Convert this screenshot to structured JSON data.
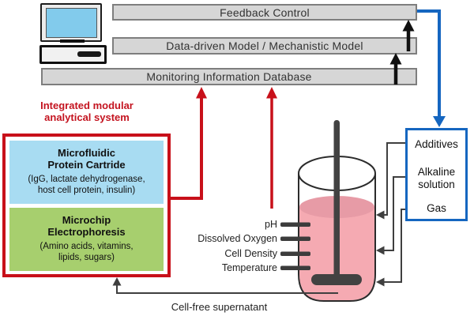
{
  "pipeline": {
    "feedback_control": "Feedback Control",
    "model_layer": "Data-driven Model / Mechanistic Model",
    "database": "Monitoring Information Database"
  },
  "analytical_system": {
    "label": "Integrated modular\nanalytical system",
    "microfluidic": {
      "title": "Microfluidic\nProtein Cartride",
      "subtitle": "(IgG, lactate dehydrogenase,\nhost cell protein, insulin)"
    },
    "microchip": {
      "title": "Microchip\nElectrophoresis",
      "subtitle": "(Amino acids, vitamins,\nlipids, sugars)"
    }
  },
  "bioreactor": {
    "sensors": [
      "pH",
      "Dissolved Oxygen",
      "Cell Density",
      "Temperature"
    ],
    "supernatant_label": "Cell-free supernatant"
  },
  "feed_box": {
    "items": [
      "Additives",
      "Alkaline solution",
      "Gas"
    ]
  },
  "colors": {
    "accent_red": "#c8101a",
    "accent_blue": "#1566c0",
    "bar_gray": "#d6d6d6",
    "module_blue": "#a8dcf2",
    "module_green": "#a7cf6e",
    "liquid_pink": "#f5aab2",
    "liquid_surface_pink": "#e79ba6",
    "connector_gray": "#3f3f3f"
  }
}
